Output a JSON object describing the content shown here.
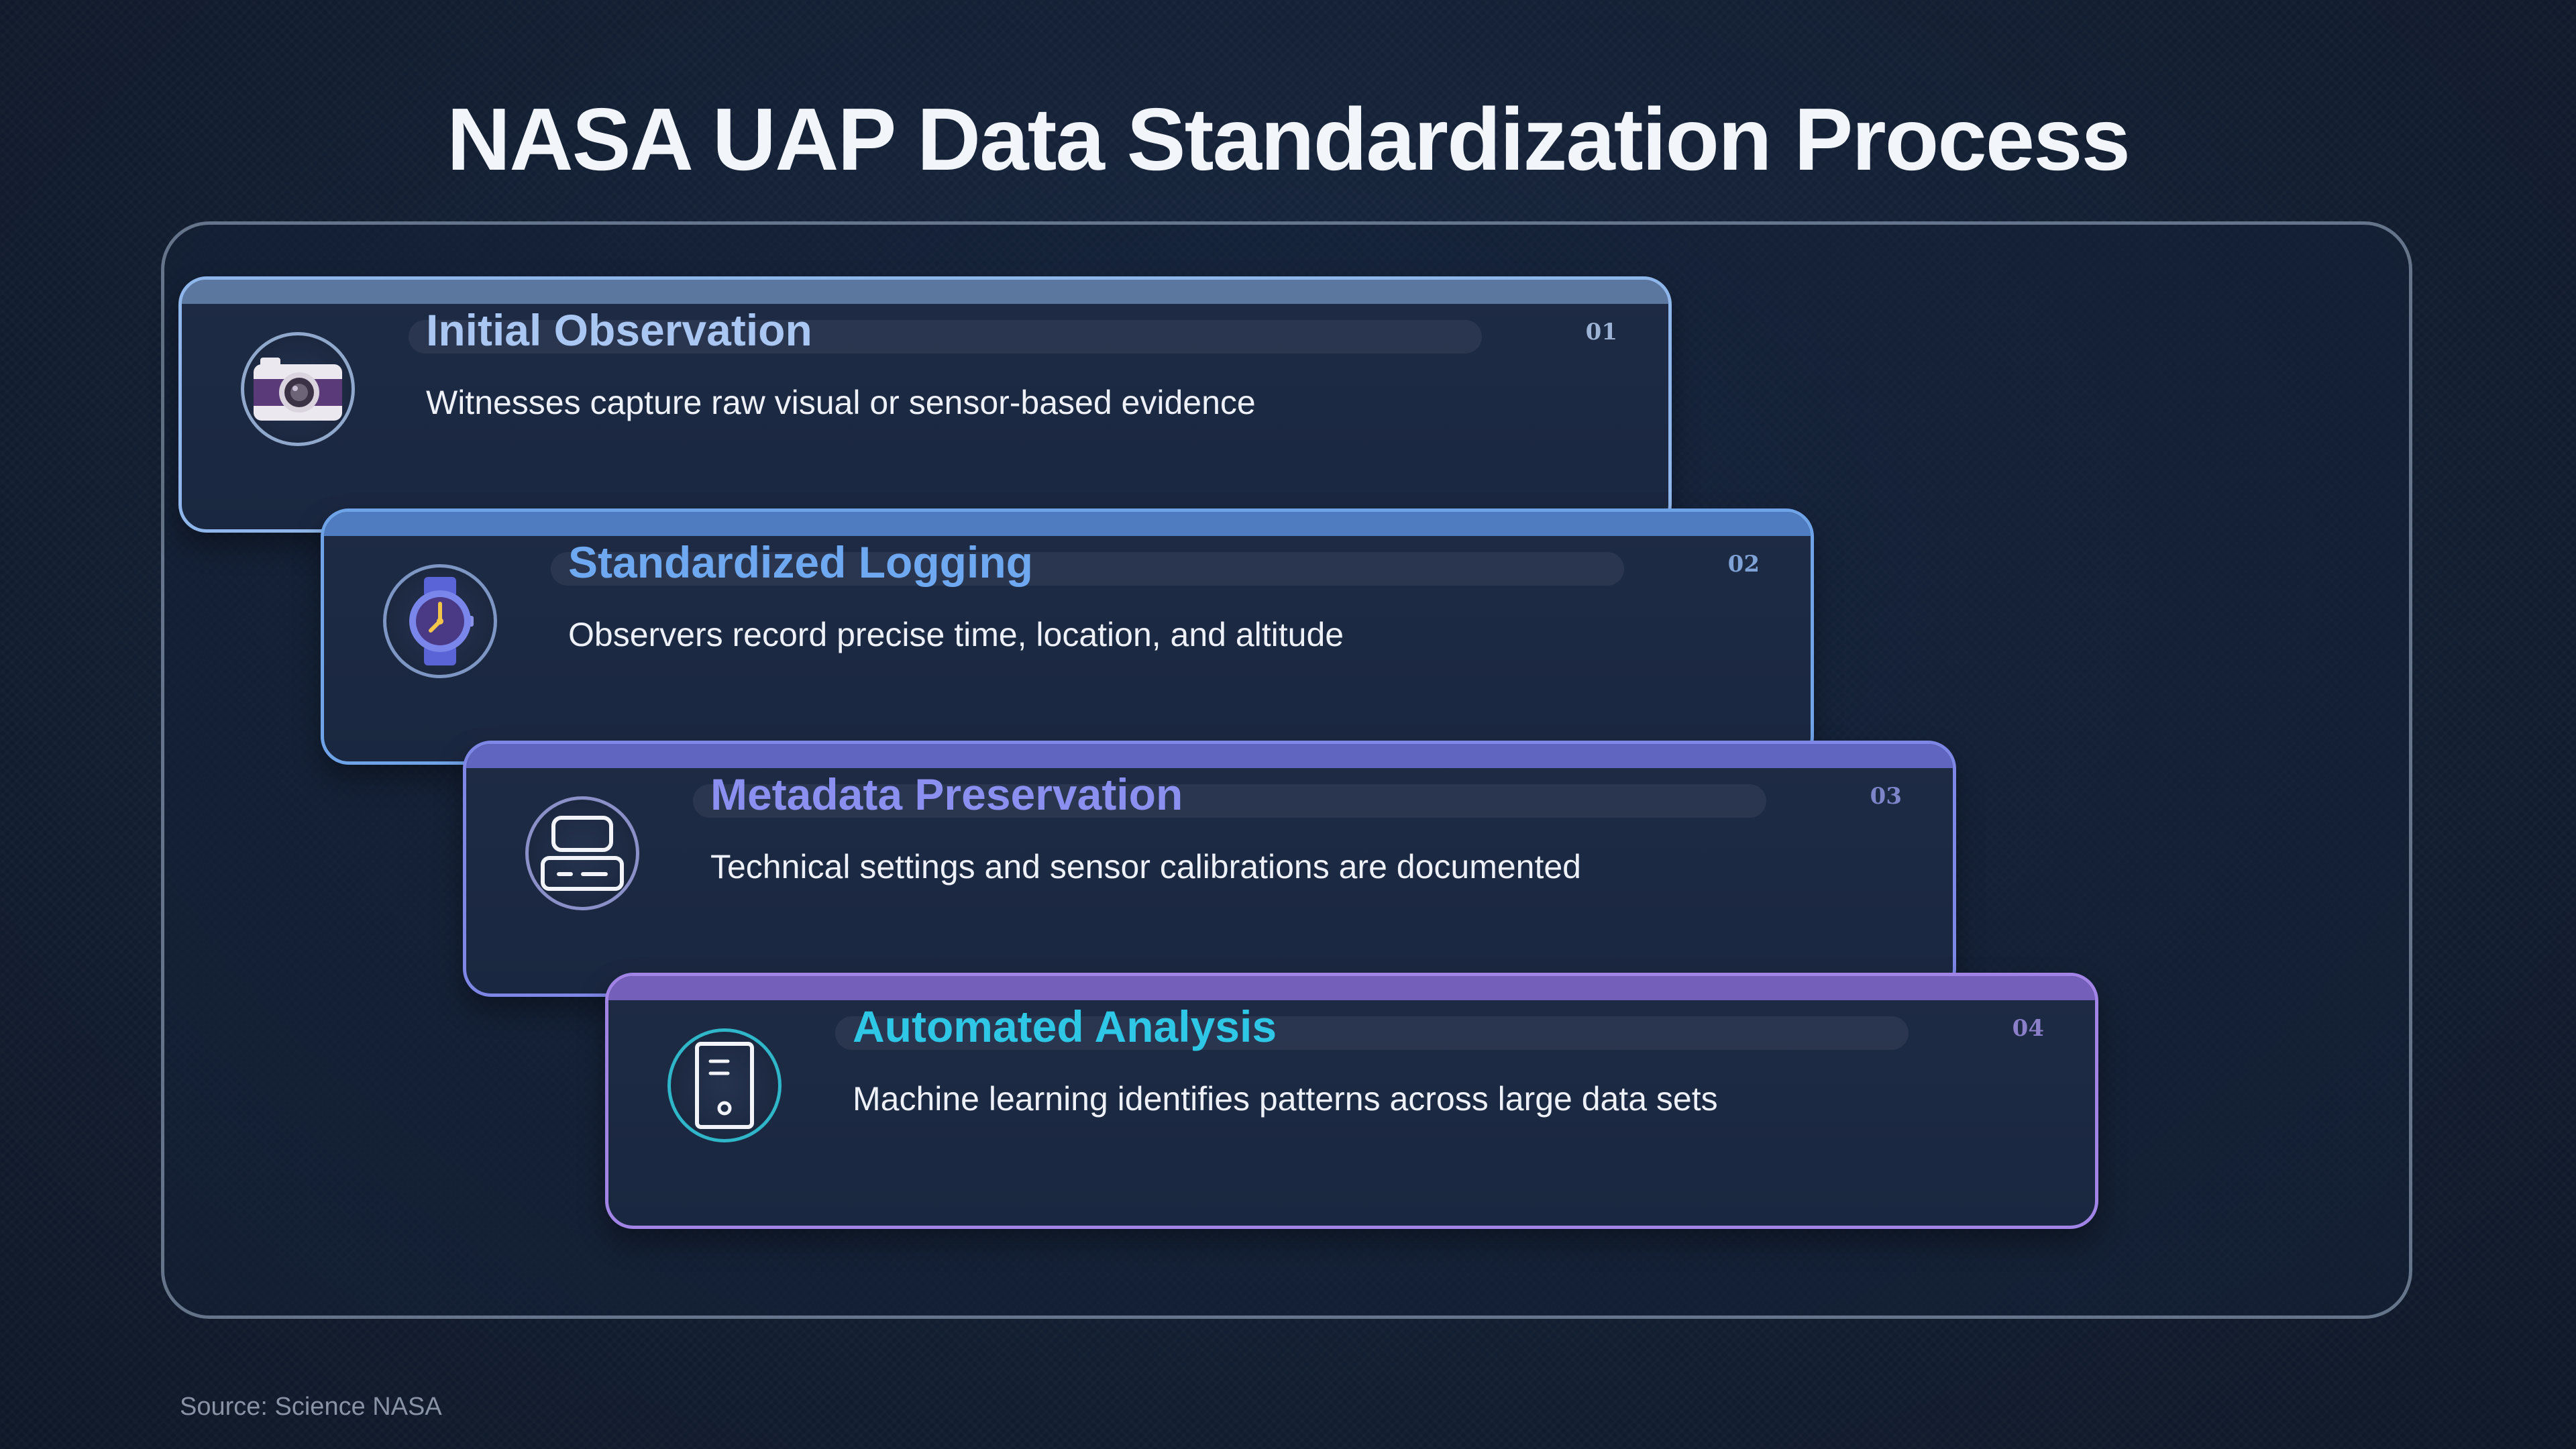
{
  "title": "NASA UAP Data Standardization Process",
  "source": "Source: Science NASA",
  "steps": [
    {
      "num": "01",
      "title": "Initial Observation",
      "description": "Witnesses capture raw visual or sensor-based evidence",
      "icon": "camera-icon",
      "accent": "#8fb6ea",
      "title_color": "#a9c7f2"
    },
    {
      "num": "02",
      "title": "Standardized Logging",
      "description": "Observers record precise time, location, and altitude",
      "icon": "clock-icon",
      "accent": "#6fa3e8",
      "title_color": "#6ea8f0"
    },
    {
      "num": "03",
      "title": "Metadata Preservation",
      "description": "Technical settings and sensor calibrations are documented",
      "icon": "hardware-icon",
      "accent": "#7e86e6",
      "title_color": "#8a8ff0"
    },
    {
      "num": "04",
      "title": "Automated Analysis",
      "description": "Machine learning identifies patterns across large data sets",
      "icon": "document-icon",
      "accent": "#a184e6",
      "title_color": "#2ec7e6"
    }
  ]
}
